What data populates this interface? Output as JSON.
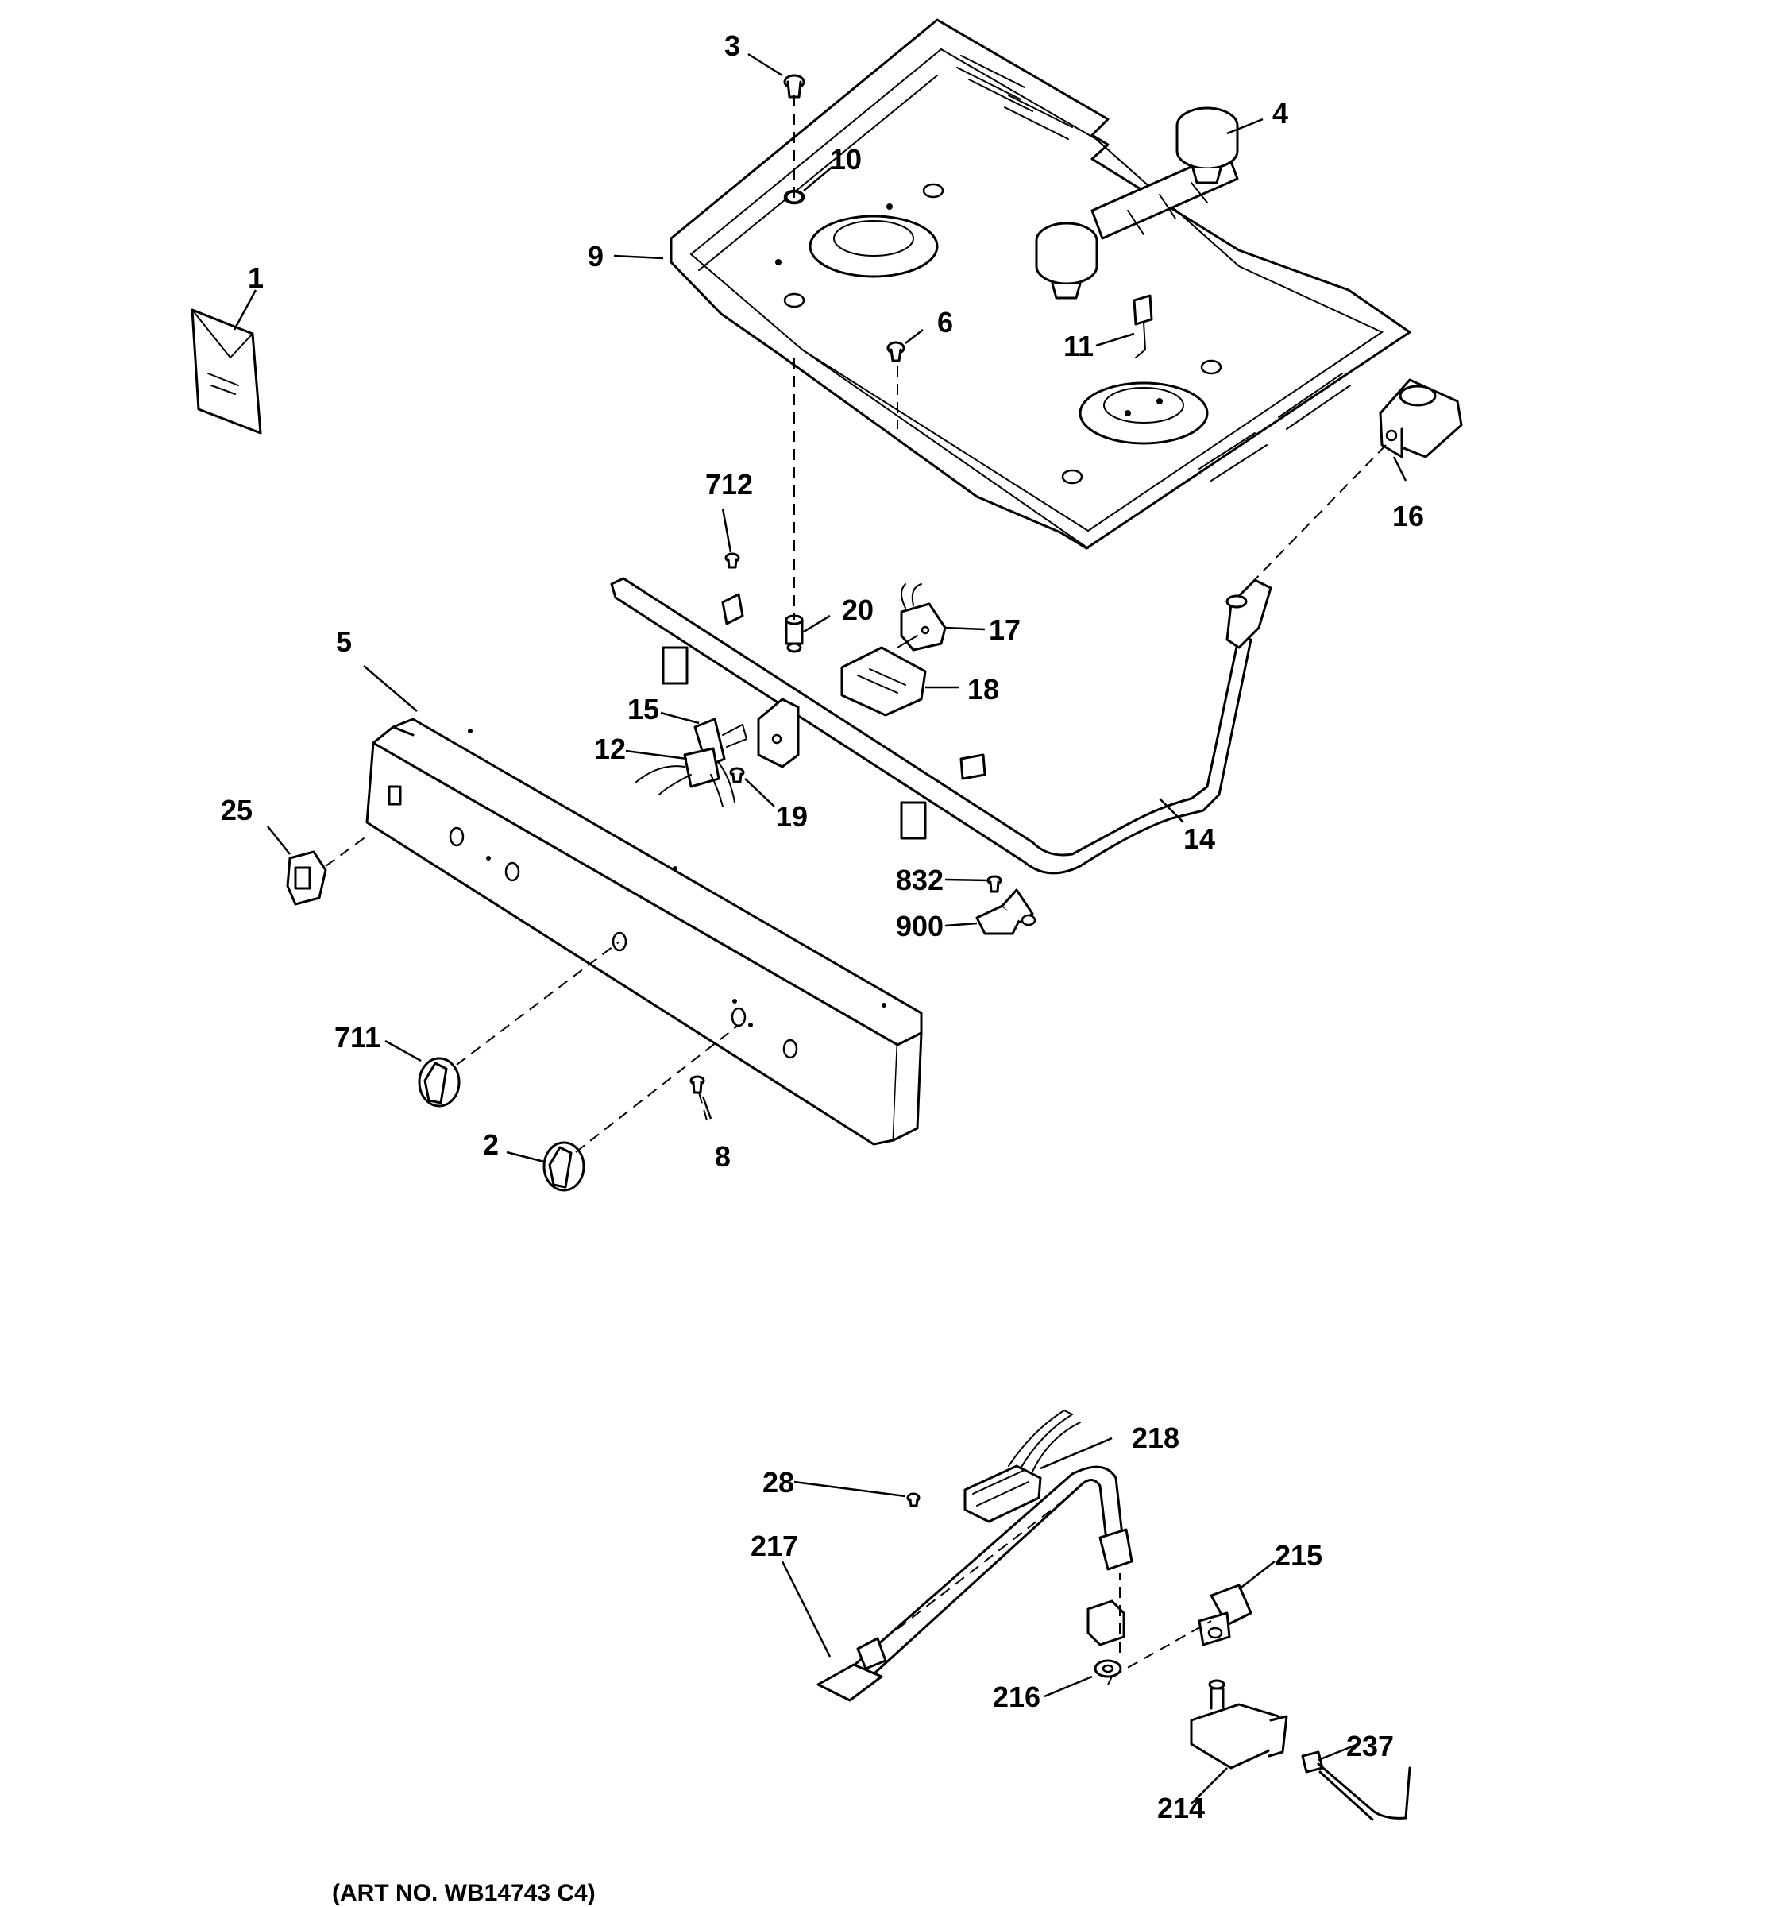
{
  "art_number": "(ART NO. WB14743 C4)",
  "callouts": {
    "c1": "1",
    "c2": "2",
    "c3": "3",
    "c4": "4",
    "c5": "5",
    "c6": "6",
    "c8": "8",
    "c9": "9",
    "c10": "10",
    "c11": "11",
    "c12": "12",
    "c14": "14",
    "c15": "15",
    "c16": "16",
    "c17": "17",
    "c18": "18",
    "c19": "19",
    "c20": "20",
    "c25": "25",
    "c28": "28",
    "c214": "214",
    "c215": "215",
    "c216": "216",
    "c217": "217",
    "c218": "218",
    "c237": "237",
    "c711": "711",
    "c712": "712",
    "c832": "832",
    "c900": "900"
  }
}
